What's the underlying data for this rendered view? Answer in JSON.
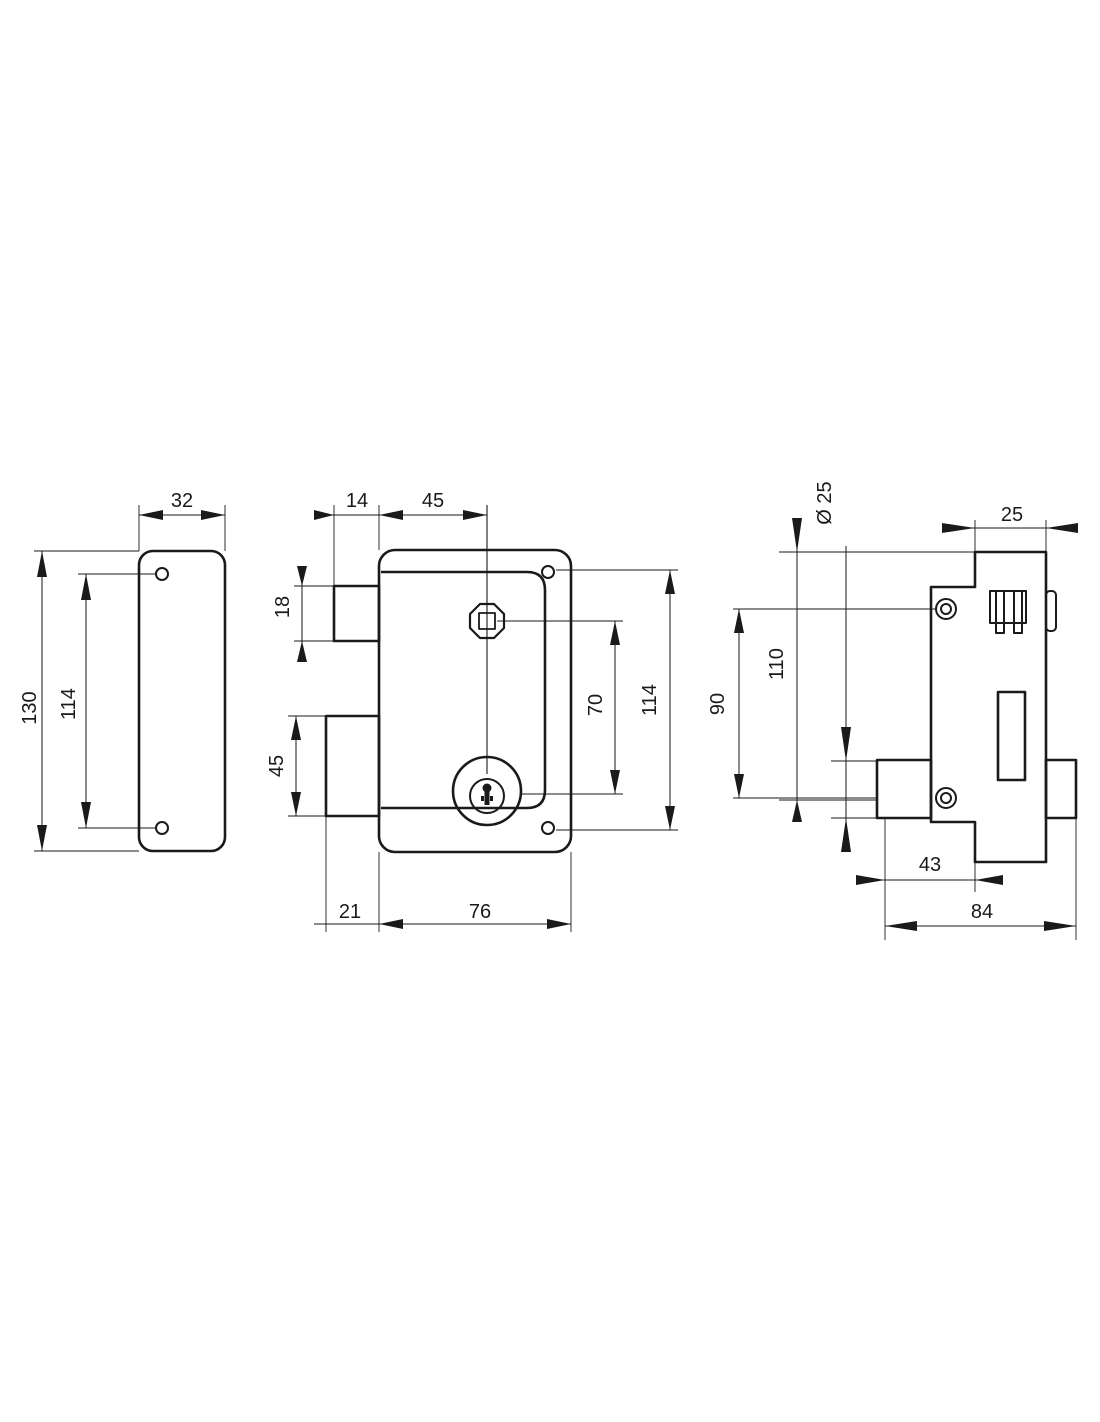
{
  "plate_view": {
    "width_dim": "32",
    "height_dim": "130",
    "hole_spacing_dim": "114"
  },
  "front_view": {
    "bolt_offset_dim": "14",
    "follower_offset_dim": "45",
    "upper_bolt_height_dim": "18",
    "lower_bolt_height_dim": "45",
    "axis_spacing_dim": "70",
    "hole_spacing_dim": "114",
    "bolt_projection_dim": "21",
    "case_width_dim": "76"
  },
  "side_view": {
    "cylinder_diameter_dim": "Ø 25",
    "top_projection_dim": "25",
    "height_dim": "110",
    "hole_spacing_dim": "90",
    "case_depth_dim": "43",
    "overall_depth_dim": "84"
  }
}
